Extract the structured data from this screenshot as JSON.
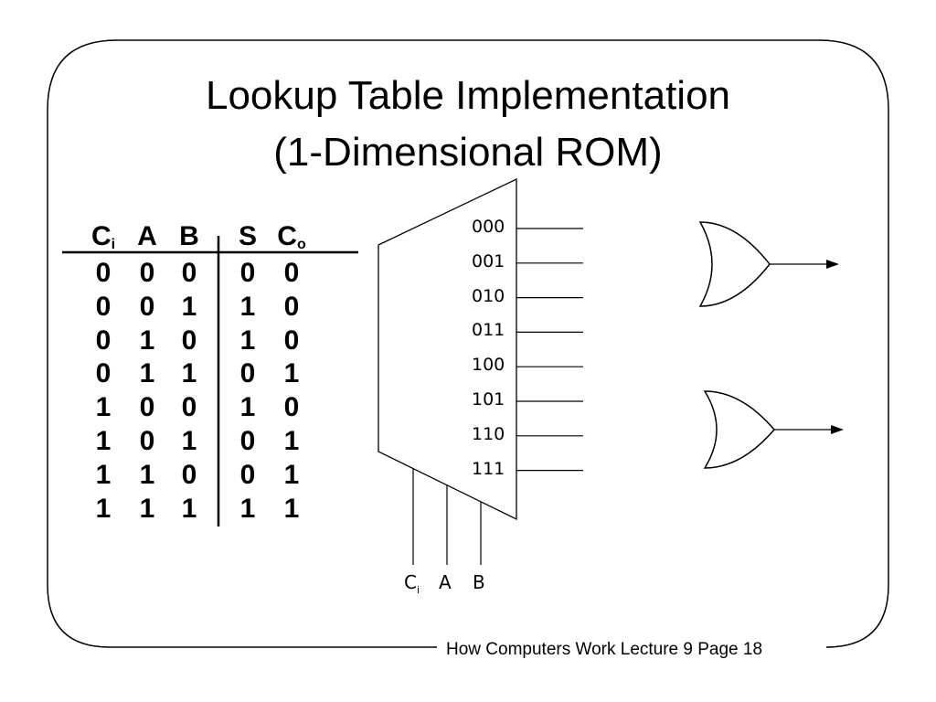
{
  "slide": {
    "title_line1": "Lookup Table Implementation",
    "title_line2": "(1-Dimensional ROM)",
    "footer": "How Computers Work Lecture 9 Page 18"
  },
  "truth_table": {
    "headers": [
      {
        "main": "C",
        "sub": "i"
      },
      {
        "main": "A",
        "sub": ""
      },
      {
        "main": "B",
        "sub": ""
      },
      {
        "main": "S",
        "sub": ""
      },
      {
        "main": "C",
        "sub": "o"
      }
    ],
    "rows": [
      [
        "0",
        "0",
        "0",
        "0",
        "0"
      ],
      [
        "0",
        "0",
        "1",
        "1",
        "0"
      ],
      [
        "0",
        "1",
        "0",
        "1",
        "0"
      ],
      [
        "0",
        "1",
        "1",
        "0",
        "1"
      ],
      [
        "1",
        "0",
        "0",
        "1",
        "0"
      ],
      [
        "1",
        "0",
        "1",
        "0",
        "1"
      ],
      [
        "1",
        "1",
        "0",
        "0",
        "1"
      ],
      [
        "1",
        "1",
        "1",
        "1",
        "1"
      ]
    ]
  },
  "rom": {
    "addresses": [
      "000",
      "001",
      "010",
      "011",
      "100",
      "101",
      "110",
      "111"
    ],
    "inputs": [
      {
        "main": "C",
        "sub": "i"
      },
      {
        "main": "A",
        "sub": ""
      },
      {
        "main": "B",
        "sub": ""
      }
    ]
  }
}
